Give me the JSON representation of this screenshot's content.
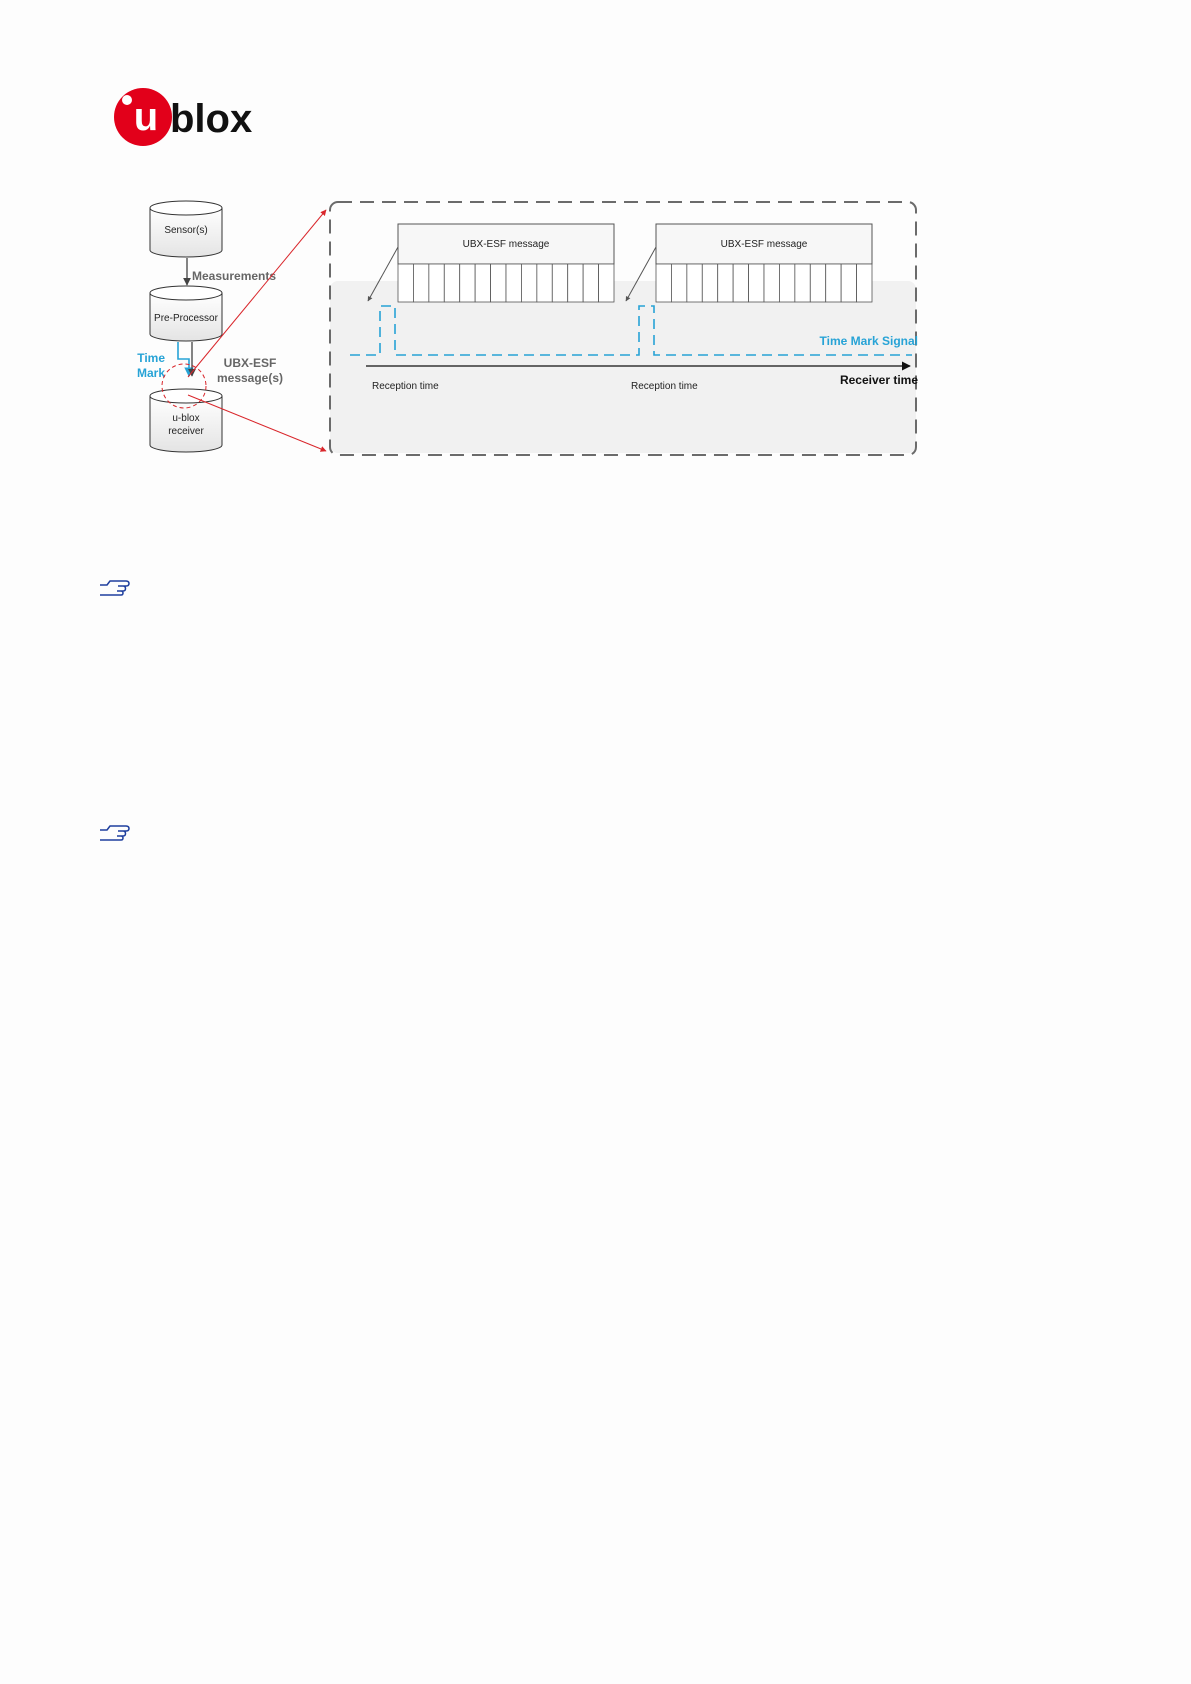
{
  "logo": {
    "text_u": "u",
    "text_rest": "blox",
    "brand_color": "#e2001a"
  },
  "diagram": {
    "nodes": {
      "sensors": "Sensor(s)",
      "pre_processor": "Pre-Processor",
      "receiver_line1": "u-blox",
      "receiver_line2": "receiver"
    },
    "edge_labels": {
      "measurements": "Measurements",
      "time_mark_line1": "Time",
      "time_mark_line2": "Mark",
      "ubx_esf_line1": "UBX-ESF",
      "ubx_esf_line2": "message(s)"
    },
    "detail": {
      "message_1": "UBX-ESF message",
      "message_2": "UBX-ESF message",
      "time_mark_signal": "Time Mark Signal",
      "reception_time_1": "Reception time",
      "reception_time_2": "Reception time",
      "receiver_time": "Receiver time"
    },
    "colors": {
      "time_mark": "#27a3d6",
      "zoom_lines": "#d9262b",
      "frame": "#6b6b6b"
    }
  },
  "icons": [
    "pointing-hand-icon",
    "pointing-hand-icon"
  ]
}
